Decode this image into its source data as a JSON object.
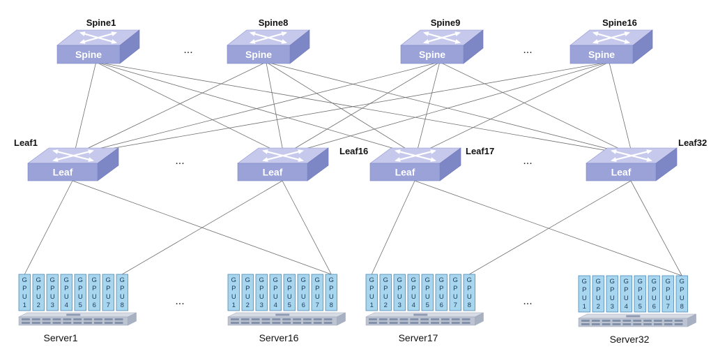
{
  "diagram": {
    "switch_colors": {
      "top": "#c6c9ec",
      "front": "#9aa2d8",
      "side": "#7e87c6",
      "arrow": "#ffffff"
    },
    "gpu_colors": {
      "fill": "#a9d6ef",
      "stroke": "#4a89b8"
    },
    "chassis_colors": {
      "top": "#d7dbe3",
      "front": "#bcc4d2",
      "slot": "#6f7f9c"
    },
    "ellipsis": "...",
    "spines": [
      {
        "id": "spine1",
        "name": "Spine1",
        "text": "Spine"
      },
      {
        "id": "spine8",
        "name": "Spine8",
        "text": "Spine"
      },
      {
        "id": "spine9",
        "name": "Spine9",
        "text": "Spine"
      },
      {
        "id": "spine16",
        "name": "Spine16",
        "text": "Spine"
      }
    ],
    "leaves": [
      {
        "id": "leaf1",
        "name": "Leaf1",
        "text": "Leaf"
      },
      {
        "id": "leaf16",
        "name": "Leaf16",
        "text": "Leaf"
      },
      {
        "id": "leaf17",
        "name": "Leaf17",
        "text": "Leaf"
      },
      {
        "id": "leaf32",
        "name": "Leaf32",
        "text": "Leaf"
      }
    ],
    "servers": [
      {
        "id": "server1",
        "name": "Server1"
      },
      {
        "id": "server16",
        "name": "Server16"
      },
      {
        "id": "server17",
        "name": "Server17"
      },
      {
        "id": "server32",
        "name": "Server32"
      }
    ],
    "gpu": {
      "letters": [
        "G",
        "P",
        "U"
      ],
      "count": 8
    },
    "spine_leaf_links": "full-mesh",
    "leaf_server_links": [
      [
        "leaf1",
        "server1",
        1
      ],
      [
        "leaf1",
        "server16",
        8
      ],
      [
        "leaf16",
        "server1",
        8
      ],
      [
        "leaf16",
        "server16",
        8
      ],
      [
        "leaf17",
        "server17",
        1
      ],
      [
        "leaf17",
        "server32",
        8
      ],
      [
        "leaf32",
        "server17",
        8
      ],
      [
        "leaf32",
        "server32",
        8
      ]
    ]
  }
}
